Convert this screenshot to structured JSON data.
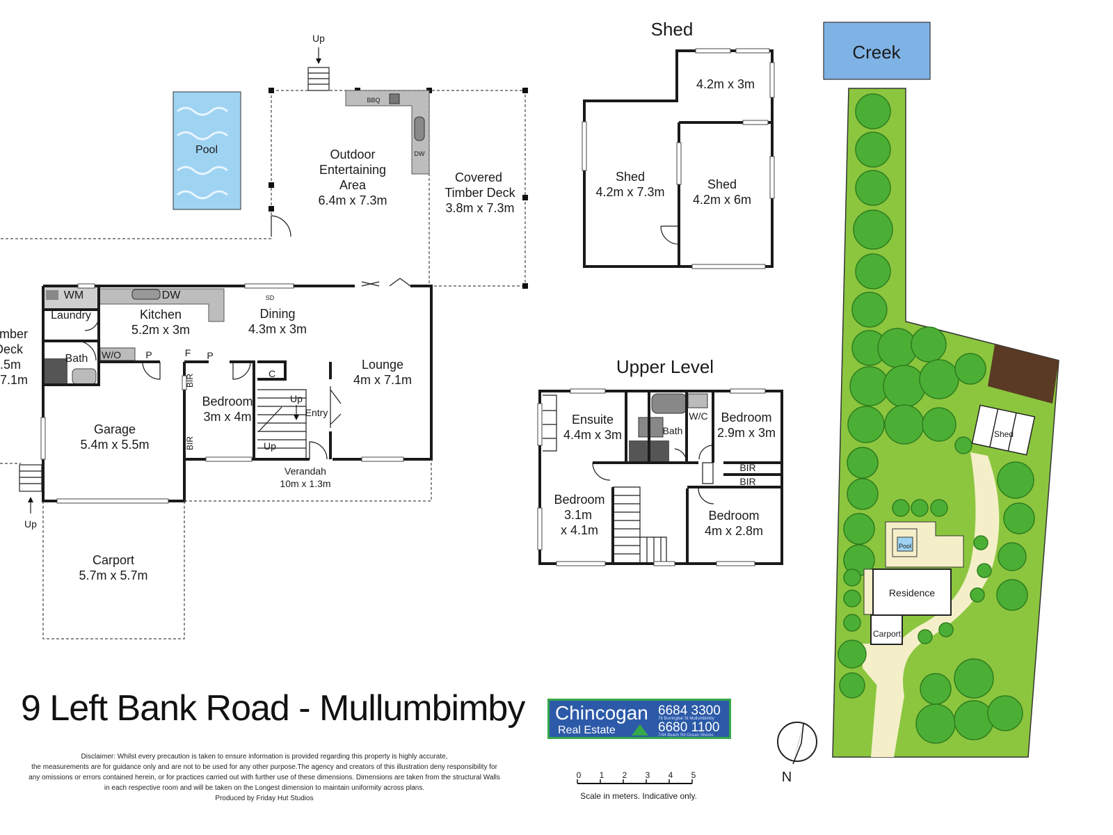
{
  "title": "9 Left Bank Road - Mullumbimby",
  "disclaimer": {
    "line1": "Disclaimer: Whilst every precaution is taken to ensure information is provided regarding this property is highly accurate,",
    "line2": "the measurements are for guidance only and are not to be used for any other purpose.The agency and creators of this illustration deny responsibility for",
    "line3": "any omissions or errors contained herein, or for practices carried out with further use of these dimensions. Dimensions are taken from the structural Walls",
    "line4": "in each respective room and will be taken on the Longest dimension to maintain uniformity across plans.",
    "line5": "Produced by Friday Hut Studios"
  },
  "agency": {
    "name": "Chincogan",
    "sub": "Real Estate",
    "phone1": "6684 3300",
    "phone2": "6680 1100",
    "addr1": "78 Burringbar St Mullumbimby",
    "addr2": "7/44 Beach Rd Ocean Shores"
  },
  "scale": {
    "ticks": [
      "0",
      "1",
      "2",
      "3",
      "4",
      "5"
    ],
    "caption": "Scale in meters. Indicative only."
  },
  "compass": {
    "label": "N"
  },
  "ground": {
    "up_top": "Up",
    "pool": "Pool",
    "bbq": "BBQ",
    "dw_outdoor": "DW",
    "outdoor_name1": "Outdoor",
    "outdoor_name2": "Entertaining",
    "outdoor_name3": "Area",
    "outdoor_dim": "6.4m x 7.3m",
    "covered_name1": "Covered",
    "covered_name2": "Timber Deck",
    "covered_dim": "3.8m x 7.3m",
    "wm": "WM",
    "dw_kitchen": "DW",
    "laundry": "Laundry",
    "kitchen": "Kitchen",
    "kitchen_dim": "5.2m x 3m",
    "sd": "SD",
    "dining": "Dining",
    "dining_dim": "4.3m x 3m",
    "timber_deck1": "mber",
    "timber_deck2": "Deck",
    "timber_deck3": ".5m",
    "timber_deck4": "7.1m",
    "bath": "Bath",
    "wo": "W/O",
    "p1": "P",
    "f": "F",
    "p2": "P",
    "c": "C",
    "lounge": "Lounge",
    "lounge_dim": "4m x 7.1m",
    "bir1": "BIR",
    "bir2": "BIR",
    "bedroom": "Bedroom",
    "bedroom_dim": "3m x 4m",
    "up_stair": "Up",
    "up_inner": "Up",
    "entry": "Entry",
    "garage": "Garage",
    "garage_dim": "5.4m x 5.5m",
    "verandah": "Verandah",
    "verandah_dim": "10m x 1.3m",
    "up_left": "Up",
    "carport": "Carport",
    "carport_dim": "5.7m x 5.7m"
  },
  "shed": {
    "heading": "Shed",
    "room1_dim": "4.2m x 3m",
    "room2": "Shed",
    "room2_dim": "4.2m x 7.3m",
    "room3": "Shed",
    "room3_dim": "4.2m x 6m"
  },
  "upper": {
    "heading": "Upper Level",
    "ensuite": "Ensuite",
    "ensuite_dim": "4.4m x 3m",
    "bath": "Bath",
    "wc": "W/C",
    "bed1": "Bedroom",
    "bed1_dim": "2.9m x 3m",
    "bir1": "BIR",
    "bir2": "BIR",
    "bed2": "Bedroom",
    "bed2_dim1": "3.1m",
    "bed2_dim2": "x 4.1m",
    "bed3": "Bedroom",
    "bed3_dim": "4m x 2.8m"
  },
  "site": {
    "creek": "Creek",
    "shed": "Shed",
    "pool": "Pool",
    "residence": "Residence",
    "carport": "Carport"
  },
  "colors": {
    "pool": "#9fd3f2",
    "creek": "#7fb3e6",
    "grass": "#8cc63f",
    "tree": "#4caf35",
    "path": "#f4efc9",
    "logo_blue": "#2c5aa8",
    "logo_green": "#35a84a"
  }
}
